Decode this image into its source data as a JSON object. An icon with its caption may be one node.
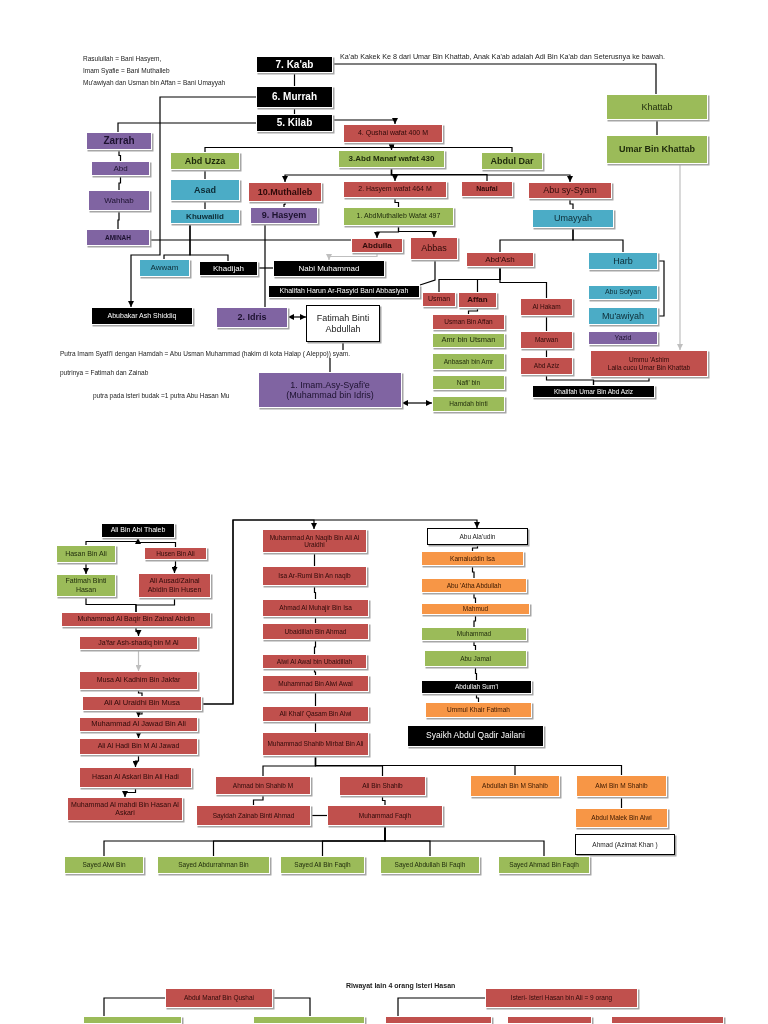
{
  "diagram": {
    "nodes": [
      {
        "text": [
          "7. Ka'ab"
        ]
      },
      {
        "text": [
          "6. Murrah"
        ]
      },
      {
        "text": [
          "5. Kilab"
        ]
      },
      {
        "text": [
          "4. Qushai wafat 400 M"
        ]
      },
      {
        "text": [
          "Zarrah"
        ]
      },
      {
        "text": [
          "Abd Uzza"
        ]
      },
      {
        "text": [
          "3.Abd Manaf wafat 430"
        ]
      },
      {
        "text": [
          "Abdul Dar"
        ]
      },
      {
        "text": [
          "Abd"
        ]
      },
      {
        "text": [
          "Asad"
        ]
      },
      {
        "text": [
          "10.Muthalleb"
        ]
      },
      {
        "text": [
          "2. Hasyem wafat 464 M"
        ]
      },
      {
        "text": [
          "Naufal"
        ]
      },
      {
        "text": [
          "Abu sy-Syam"
        ]
      },
      {
        "text": [
          "Wahhab"
        ]
      },
      {
        "text": [
          "Khuwailid"
        ]
      },
      {
        "text": [
          "9. Hasyem"
        ]
      },
      {
        "text": [
          "1. AbdMuthalleb Wafat 497"
        ]
      },
      {
        "text": [
          "Umayyah"
        ]
      },
      {
        "text": [
          "AMINAH"
        ]
      },
      {
        "text": [
          "Abdulla"
        ]
      },
      {
        "text": [
          "Abbas"
        ]
      },
      {
        "text": [
          "Abd'Ash"
        ]
      },
      {
        "text": [
          "Harb"
        ]
      },
      {
        "text": [
          "Awwam"
        ]
      },
      {
        "text": [
          "Khadijah"
        ]
      },
      {
        "text": [
          "Nabi Muhammad"
        ]
      },
      {
        "text": [
          "Khalifah Harun Ar-Rasyid Bani Abbasiyah"
        ]
      },
      {
        "text": [
          "Usman"
        ]
      },
      {
        "text": [
          "Affan"
        ]
      },
      {
        "text": [
          "Al Hakam"
        ]
      },
      {
        "text": [
          "Abu Sofyan"
        ]
      },
      {
        "text": [
          "Abubakar Ash Shiddiq"
        ]
      },
      {
        "text": [
          "2. Idris"
        ]
      },
      {
        "text": [
          "Fatimah Binti Abdullah"
        ]
      },
      {
        "text": [
          "Usman Bin Affan"
        ]
      },
      {
        "text": [
          "Mu'awiyah"
        ]
      },
      {
        "text": [
          "Amr bin Utsman"
        ]
      },
      {
        "text": [
          "Marwan"
        ]
      },
      {
        "text": [
          "Yazid"
        ]
      },
      {
        "text": [
          "Anbasah bin Amr"
        ]
      },
      {
        "text": [
          "Abd Aziz"
        ]
      },
      {
        "text": [
          "Ummu 'Ashim",
          "Laila cucu Umar Bin Khattab"
        ]
      },
      {
        "text": [
          "1.  Imam.Asy-Syafi'e",
          "(Muhammad bin Idris)"
        ]
      },
      {
        "text": [
          "Nafi' bin"
        ]
      },
      {
        "text": [
          "Khalifah Umar Bin Abd Aziz"
        ]
      },
      {
        "text": [
          "Hamdah binti"
        ]
      },
      {
        "text": [
          "Khattab"
        ]
      },
      {
        "text": [
          "Umar Bin Khattab"
        ]
      },
      {
        "text": [
          "Ali Bin Abi Thaleb"
        ]
      },
      {
        "text": [
          "Hasan Bin Ali"
        ]
      },
      {
        "text": [
          "Husen Bin Ali"
        ]
      },
      {
        "text": [
          "Fatimah Binti Hasan"
        ]
      },
      {
        "text": [
          "Ali Ausad/Zainal Abidin Bin Husen"
        ]
      },
      {
        "text": [
          "Muhammad Al Baqir Bin Zainal Abidin"
        ]
      },
      {
        "text": [
          "Ja'far Ash-shadiq bin M Al"
        ]
      },
      {
        "text": [
          "Musa Al Kadhim Bin Jakfar"
        ]
      },
      {
        "text": [
          "Ali Al Uraidhi Bin Musa"
        ]
      },
      {
        "text": [
          "Muhammad Al Jawad Bin Ali"
        ]
      },
      {
        "text": [
          "Ali Al Hadi Bin M Al Jawad"
        ]
      },
      {
        "text": [
          "Hasan Al Askari Bin Ali Hadi"
        ]
      },
      {
        "text": [
          "Muhammad Al mahdi Bin Hasan Al Askari"
        ]
      },
      {
        "text": [
          "Muhammad An Naqib Bin Ali Al Uraidhi"
        ]
      },
      {
        "text": [
          "Isa Ar-Rumi Bin An naqib"
        ]
      },
      {
        "text": [
          "Ahmad Al Muhajir Bin Isa"
        ]
      },
      {
        "text": [
          "Ubaidillah Bin Ahmad"
        ]
      },
      {
        "text": [
          "Alwi Al Awal bin Ubaidillah"
        ]
      },
      {
        "text": [
          "Muhammad Bin Alwi Awal"
        ]
      },
      {
        "text": [
          "Ali Khali' Qasam Bin Alwi"
        ]
      },
      {
        "text": [
          "Muhammad Shahib Mirbat Bin Ali"
        ]
      },
      {
        "text": [
          "Ahmad bin Shahib M"
        ]
      },
      {
        "text": [
          "Ali Bin Shahib"
        ]
      },
      {
        "text": [
          "Abdullah Bin M Shahib"
        ]
      },
      {
        "text": [
          "Alwi Bin M Shahib"
        ]
      },
      {
        "text": [
          "Sayidah Zainab Binti Ahmad"
        ]
      },
      {
        "text": [
          "Muhammad Faqih"
        ]
      },
      {
        "text": [
          "Abdul Malek Bin Alwi"
        ]
      },
      {
        "text": [
          "Ahmad (Azimat Khan )"
        ]
      },
      {
        "text": [
          "Sayed Alwi Bin"
        ]
      },
      {
        "text": [
          "Sayed Abdurrahman Bin"
        ]
      },
      {
        "text": [
          "Sayed Ali Bin Faqih"
        ]
      },
      {
        "text": [
          "Sayed Abdullah Bi Faqih"
        ]
      },
      {
        "text": [
          "Sayed Ahmad Bin Faqih"
        ]
      },
      {
        "text": [
          "Abu Ala'udin"
        ]
      },
      {
        "text": [
          "Kamaluddin Isa"
        ]
      },
      {
        "text": [
          "Abu 'Atha Abdullah"
        ]
      },
      {
        "text": [
          "Mahmud"
        ]
      },
      {
        "text": [
          "Muhammad"
        ]
      },
      {
        "text": [
          "Abu Jamal"
        ]
      },
      {
        "text": [
          "Abdullah Sum'i"
        ]
      },
      {
        "text": [
          "Ummul Khair Fatimah"
        ]
      },
      {
        "text": [
          "Syaikh Abdul Qadir Jailani"
        ]
      },
      {
        "text": [
          "Abdul Manaf Bin Qushai"
        ]
      },
      {
        "text": [
          "Isteri- Isteri Hasan bin Ali = 9 orang"
        ]
      },
      {
        "text": [],
        "shape": "box"
      },
      {
        "text": [],
        "shape": "box"
      },
      {
        "text": [],
        "shape": "box"
      },
      {
        "text": [],
        "shape": "box"
      },
      {
        "text": [],
        "shape": "box"
      }
    ],
    "edges": [
      {
        "from": 0,
        "to": 1,
        "arrow": "none"
      },
      {
        "from": 1,
        "to": 2,
        "arrow": "none"
      },
      {
        "from": 0,
        "to": 47,
        "arrow": "none"
      },
      {
        "from": 47,
        "to": 48,
        "arrow": "none"
      },
      {
        "from": 1,
        "to": 32,
        "arrow": "to"
      },
      {
        "from": 2,
        "to": 4,
        "arrow": "none"
      },
      {
        "from": 2,
        "to": 3,
        "arrow": "to"
      },
      {
        "from": 3,
        "to": 5,
        "arrow": "none"
      },
      {
        "from": 3,
        "to": 6,
        "arrow": "to"
      },
      {
        "from": 3,
        "to": 7,
        "arrow": "none"
      },
      {
        "from": 4,
        "to": 8,
        "arrow": "none"
      },
      {
        "from": 8,
        "to": 14,
        "arrow": "none"
      },
      {
        "from": 14,
        "to": 19,
        "arrow": "none"
      },
      {
        "from": 5,
        "to": 9,
        "arrow": "none"
      },
      {
        "from": 9,
        "to": 15,
        "arrow": "none"
      },
      {
        "from": 6,
        "to": 10,
        "arrow": "to"
      },
      {
        "from": 6,
        "to": 11,
        "arrow": "to"
      },
      {
        "from": 6,
        "to": 12,
        "arrow": "none"
      },
      {
        "from": 6,
        "to": 13,
        "arrow": "to"
      },
      {
        "from": 10,
        "to": 16,
        "arrow": "none"
      },
      {
        "from": 11,
        "to": 17,
        "arrow": "none"
      },
      {
        "from": 13,
        "to": 18,
        "arrow": "none"
      },
      {
        "from": 17,
        "to": 20,
        "arrow": "to"
      },
      {
        "from": 17,
        "to": 21,
        "arrow": "to"
      },
      {
        "from": 19,
        "to": 20,
        "arrow": "none"
      },
      {
        "from": 15,
        "to": 24,
        "arrow": "none"
      },
      {
        "from": 15,
        "to": 25,
        "arrow": "none"
      },
      {
        "from": 25,
        "to": 26,
        "arrow": "none"
      },
      {
        "from": 20,
        "to": 26,
        "arrow": "to",
        "color": "#bfbfbf"
      },
      {
        "from": 21,
        "to": 27,
        "arrow": "none"
      },
      {
        "from": 18,
        "to": 22,
        "arrow": "none"
      },
      {
        "from": 18,
        "to": 23,
        "arrow": "none"
      },
      {
        "from": 23,
        "to": 36,
        "arrow": "none"
      },
      {
        "from": 22,
        "to": 28,
        "arrow": "none"
      },
      {
        "from": 22,
        "to": 29,
        "arrow": "none"
      },
      {
        "from": 22,
        "to": 30,
        "arrow": "none"
      },
      {
        "from": 29,
        "to": 35,
        "arrow": "none"
      },
      {
        "from": 30,
        "to": 38,
        "arrow": "none"
      },
      {
        "from": 38,
        "to": 41,
        "arrow": "none"
      },
      {
        "from": 48,
        "to": 42,
        "arrow": "to",
        "color": "#bfbfbf"
      },
      {
        "from": 41,
        "to": 45,
        "arrow": "none"
      },
      {
        "from": 42,
        "to": 45,
        "arrow": "none"
      },
      {
        "from": 16,
        "to": 33,
        "arrow": "none"
      },
      {
        "from": 33,
        "to": 34,
        "arrow": "both"
      },
      {
        "from": 34,
        "to": 43,
        "arrow": "none"
      },
      {
        "from": 43,
        "to": 46,
        "arrow": "both"
      },
      {
        "from": 49,
        "to": 50,
        "arrow": "none"
      },
      {
        "from": 51,
        "to": 49,
        "arrow": "to"
      },
      {
        "from": 50,
        "to": 52,
        "arrow": "to"
      },
      {
        "from": 51,
        "to": 53,
        "arrow": "to"
      },
      {
        "from": 52,
        "to": 54,
        "arrow": "none"
      },
      {
        "from": 53,
        "to": 54,
        "arrow": "none"
      },
      {
        "from": 54,
        "to": 55,
        "arrow": "to"
      },
      {
        "from": 55,
        "to": 56,
        "arrow": "to",
        "color": "#bfbfbf"
      },
      {
        "from": 56,
        "to": 57,
        "arrow": "none"
      },
      {
        "from": 57,
        "to": 58,
        "arrow": "to"
      },
      {
        "from": 58,
        "to": 59,
        "arrow": "to"
      },
      {
        "from": 59,
        "to": 60,
        "arrow": "to"
      },
      {
        "from": 60,
        "to": 61,
        "arrow": "to"
      },
      {
        "from": 57,
        "to": 62,
        "arrow": "to"
      },
      {
        "from": 57,
        "to": 83,
        "arrow": "to"
      },
      {
        "from": 62,
        "to": 63,
        "arrow": "none"
      },
      {
        "from": 63,
        "to": 64,
        "arrow": "none"
      },
      {
        "from": 64,
        "to": 65,
        "arrow": "none"
      },
      {
        "from": 65,
        "to": 66,
        "arrow": "none"
      },
      {
        "from": 66,
        "to": 67,
        "arrow": "none"
      },
      {
        "from": 67,
        "to": 68,
        "arrow": "none"
      },
      {
        "from": 68,
        "to": 69,
        "arrow": "none"
      },
      {
        "from": 69,
        "to": 70,
        "arrow": "none"
      },
      {
        "from": 69,
        "to": 71,
        "arrow": "none"
      },
      {
        "from": 69,
        "to": 72,
        "arrow": "none"
      },
      {
        "from": 69,
        "to": 73,
        "arrow": "none"
      },
      {
        "from": 70,
        "to": 74,
        "arrow": "none"
      },
      {
        "from": 71,
        "to": 75,
        "arrow": "none"
      },
      {
        "from": 74,
        "to": 75,
        "arrow": "none"
      },
      {
        "from": 73,
        "to": 76,
        "arrow": "none"
      },
      {
        "from": 75,
        "to": 78,
        "arrow": "none"
      },
      {
        "from": 75,
        "to": 79,
        "arrow": "none"
      },
      {
        "from": 75,
        "to": 80,
        "arrow": "none"
      },
      {
        "from": 75,
        "to": 81,
        "arrow": "none"
      },
      {
        "from": 75,
        "to": 82,
        "arrow": "none"
      },
      {
        "from": 83,
        "to": 84,
        "arrow": "none"
      },
      {
        "from": 84,
        "to": 85,
        "arrow": "none"
      },
      {
        "from": 85,
        "to": 86,
        "arrow": "none"
      },
      {
        "from": 86,
        "to": 87,
        "arrow": "none"
      },
      {
        "from": 87,
        "to": 88,
        "arrow": "none"
      },
      {
        "from": 88,
        "to": 89,
        "arrow": "none"
      },
      {
        "from": 89,
        "to": 90,
        "arrow": "none"
      },
      {
        "from": 92,
        "to": 94,
        "arrow": "none"
      },
      {
        "from": 92,
        "to": 95,
        "arrow": "none"
      },
      {
        "from": 93,
        "to": 96,
        "arrow": "none"
      }
    ],
    "labels": [
      "Rasulullah = Bani Hasyem,",
      "Imam Syafie = Bani Muthalleb",
      "Mu'awiyah dan Usman bin Affan = Bani Umayyah",
      "Ka'ab Kakek Ke 8 dari Umar Bin Khattab, Anak Ka'ab adalah Adi Bin Ka'ab dan Seterusnya ke bawah.",
      "Putra Imam Syafi'I dengan Hamdah = Abu Usman Muhammad (hakim di kota Halap ( Aleppo)) syam.",
      "putrinya = Fatimah dan Zainab",
      "putra pada isteri budak =1 putra Abu Hasan Mu",
      "Riwayat lain 4 orang Isteri Hasan"
    ]
  }
}
